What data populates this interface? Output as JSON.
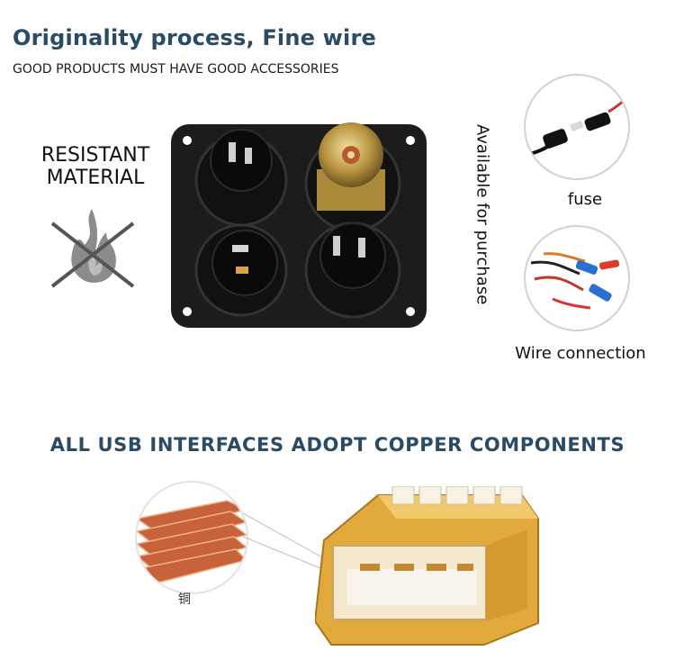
{
  "header": {
    "title": "Originality process, Fine wire",
    "subtitle": "GOOD PRODUCTS MUST HAVE GOOD ACCESSORIES"
  },
  "features": {
    "resistant_line1": "RESISTANT",
    "resistant_line2": "MATERIAL",
    "available_text": "Available for purchase"
  },
  "accessories": [
    {
      "label": "fuse"
    },
    {
      "label": "Wire connection"
    }
  ],
  "section": {
    "title": "ALL USB INTERFACES ADOPT COPPER COMPONENTS",
    "copper_label": "铜"
  },
  "colors": {
    "heading": "#2b4a63",
    "panel": "#1c1c1c",
    "copper": "#c8623a",
    "gold": "#e2a93c"
  }
}
